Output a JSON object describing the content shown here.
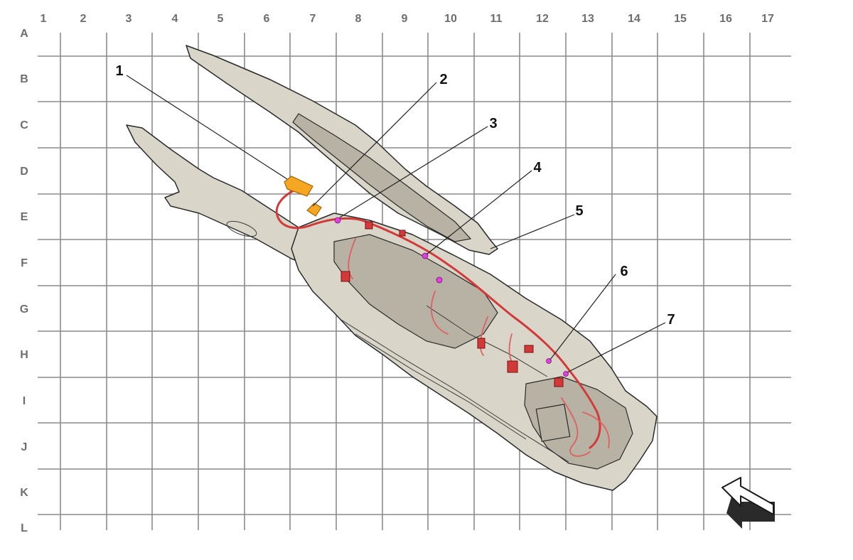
{
  "columns": [
    "1",
    "2",
    "3",
    "4",
    "5",
    "6",
    "7",
    "8",
    "9",
    "10",
    "11",
    "12",
    "13",
    "14",
    "15",
    "16",
    "17"
  ],
  "rows": [
    "A",
    "B",
    "C",
    "D",
    "E",
    "F",
    "G",
    "H",
    "I",
    "J",
    "K",
    "L"
  ],
  "callouts": [
    "1",
    "2",
    "3",
    "4",
    "5",
    "6",
    "7"
  ],
  "colors": {
    "grid": "#8a8a8a",
    "labels": "#6e6e6e",
    "body": "#d9d5c8",
    "harness": "#d23a3a",
    "highlight_part": "#f5a623",
    "marker": "#e040e0"
  },
  "icons": [
    "front-direction-arrow-icon"
  ]
}
